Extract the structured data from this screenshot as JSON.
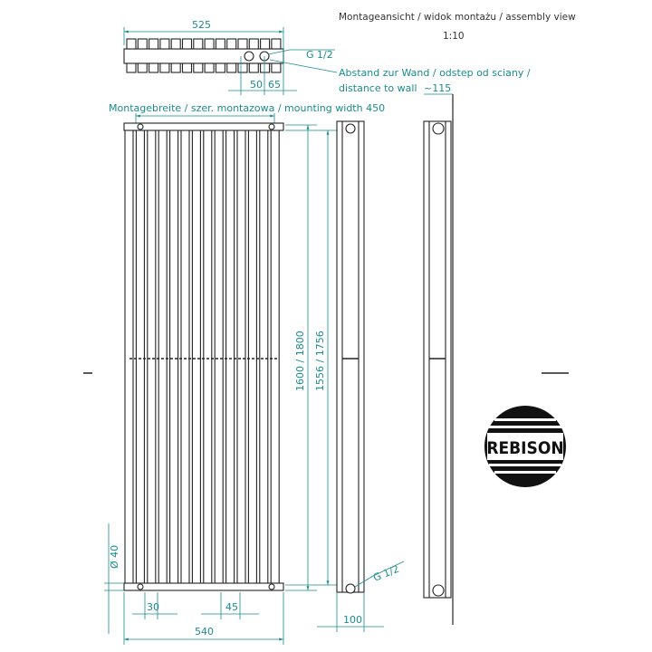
{
  "title": {
    "line1": "Montageansicht / widok montażu / assembly view",
    "scale": "1:10"
  },
  "dimensions": {
    "top_width": "525",
    "pipe_spacing_1": "50",
    "pipe_spacing_2": "65",
    "thread_top": "G 1/2",
    "wall_note_1": "Abstand zur Wand / odstep od sciany /",
    "wall_note_2": "distance to wall",
    "wall_value": "~115",
    "mounting_width": "Montagebreite / szer. montazowa / mounting width 450",
    "height_total": "1600 / 1800",
    "height_pipe": "1556 / 1756",
    "pipe_diameter": "Ø 40",
    "tube_spacing_30": "30",
    "tube_spacing_45": "45",
    "total_width": "540",
    "side_depth": "100",
    "thread_bottom": "G 1/2"
  },
  "logo": {
    "text": "REBISON"
  },
  "colors": {
    "dimension": "#1a8c8c",
    "outline": "#222222"
  }
}
